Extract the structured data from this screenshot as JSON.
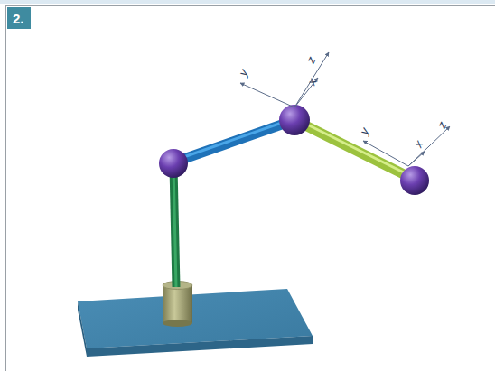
{
  "diagram": {
    "labels": [
      "2.",
      "y",
      "z",
      "x",
      "y",
      "x",
      "z"
    ]
  }
}
